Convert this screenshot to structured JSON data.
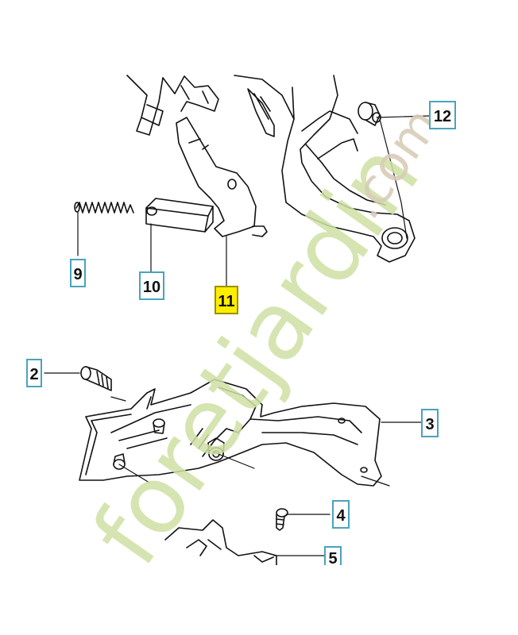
{
  "watermark": {
    "main": "foretjardin",
    "suffix": ".com"
  },
  "callouts": [
    {
      "id": "12",
      "label": "12",
      "selected": false
    },
    {
      "id": "9",
      "label": "9",
      "selected": false
    },
    {
      "id": "10",
      "label": "10",
      "selected": false
    },
    {
      "id": "11",
      "label": "11",
      "selected": true
    },
    {
      "id": "2",
      "label": "2",
      "selected": false
    },
    {
      "id": "3",
      "label": "3",
      "selected": false
    },
    {
      "id": "4",
      "label": "4",
      "selected": false
    },
    {
      "id": "5",
      "label": "5",
      "selected": false
    }
  ],
  "colors": {
    "callout_border": "#4aa3bd",
    "highlight": "#ffee00",
    "watermark_green": "#cfe0a4",
    "watermark_tan": "#d8cdb8"
  }
}
